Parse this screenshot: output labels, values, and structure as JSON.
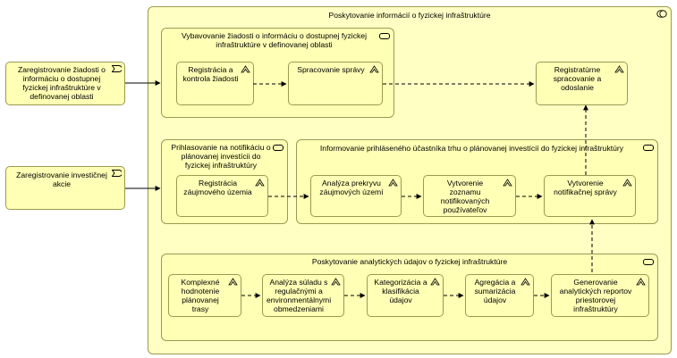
{
  "outer": {
    "title": "Poskytovanie informácií o fyzickej infraštruktúre"
  },
  "groups": {
    "request": {
      "title": "Vybavovanie žiadosti o informáciu o dostupnej fyzickej\ninfraštruktúre v definovanej oblasti"
    },
    "subscription": {
      "title": "Prihlasovanie na notifikáciu o\nplánovanej investícii do\nfyzickej infraštruktúry"
    },
    "notify": {
      "title": "Informovanie prihláseného účastníka trhu o plánovanej investícií do fyzickej infraštruktúry"
    },
    "analytics": {
      "title": "Poskytovanie analytických údajov o fyzickej infraštruktúre"
    }
  },
  "events": {
    "request": "Zaregistrovanie žiadosti o\ninformáciu o dostupnej\nfyzickej infraštruktúre v\ndefinovanej oblasti",
    "investment": "Zaregistrovanie investičnej\nakcie"
  },
  "processes": {
    "reg_control": "Registrácia a\nkontrola žiadosti",
    "processing": "Spracovanie správy",
    "registry": "Registratúrne\nspracovanie a\nodoslanie",
    "interest": "Registrácia\nzáujmového územia",
    "overlap": "Analýza prekryvu\nzáujmových území",
    "list": "Vytvorenie\nzoznamu\nnotifikovaných\npoužívateľov",
    "notification": "Vytvorenie\nnotifikačnej správy",
    "complex": "Komplexné\nhodnotenie\nplánovanej\ntrasy",
    "compliance": "Analýza súladu s\nregulačnými a\nenvironmentálnymi\nobmedzeniami",
    "categorization": "Kategorizácia a\nklasifikácia\núdajov",
    "aggregation": "Agregácia a\nsumarizácia\núdajov",
    "reports": "Generovanie\nanalytických reportov\npriestorovej\ninfraštruktúry"
  },
  "colors": {
    "fill": "#ffffb5",
    "border": "#9a9a52",
    "line": "#000000"
  }
}
